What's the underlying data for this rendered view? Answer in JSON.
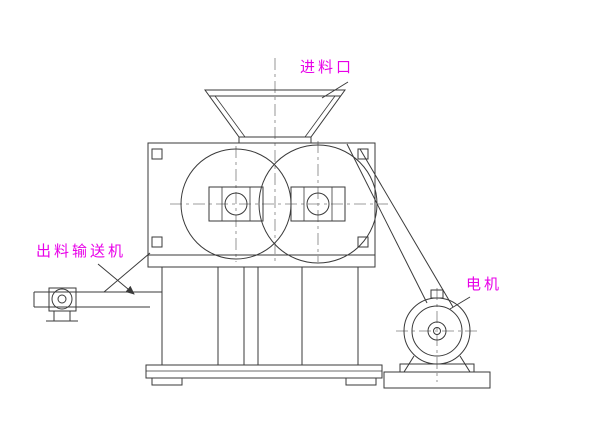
{
  "labels": {
    "feed_inlet": "进料口",
    "discharge_conveyor": "出料输送机",
    "motor": "电机"
  },
  "colors": {
    "label": "#e800e8",
    "line": "#3a3a3a",
    "centerline": "#7d7d7d",
    "background": "#ffffff"
  }
}
